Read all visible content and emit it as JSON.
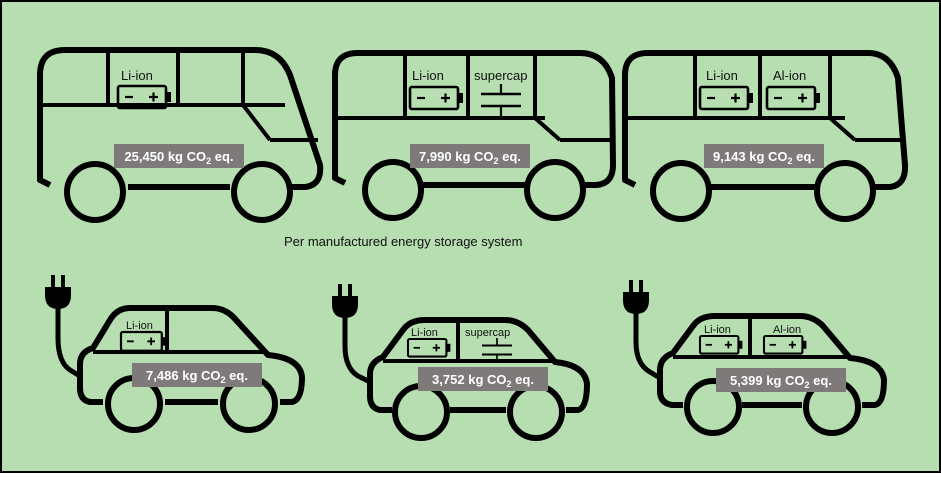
{
  "caption": "Per manufactured energy storage system",
  "buses": [
    {
      "cells": [
        "Li-ion"
      ],
      "emission": "25,450",
      "unit_pre": "kg CO",
      "unit_sub": "2",
      "unit_post": " eq."
    },
    {
      "cells": [
        "Li-ion",
        "supercap"
      ],
      "emission": "7,990",
      "unit_pre": "kg CO",
      "unit_sub": "2",
      "unit_post": " eq."
    },
    {
      "cells": [
        "Li-ion",
        "Al-ion"
      ],
      "emission": "9,143",
      "unit_pre": "kg CO",
      "unit_sub": "2",
      "unit_post": " eq."
    }
  ],
  "cars": [
    {
      "cells": [
        "Li-ion"
      ],
      "emission": "7,486",
      "unit_pre": "kg CO",
      "unit_sub": "2",
      "unit_post": " eq."
    },
    {
      "cells": [
        "Li-ion",
        "supercap"
      ],
      "emission": "3,752",
      "unit_pre": "kg CO",
      "unit_sub": "2",
      "unit_post": " eq."
    },
    {
      "cells": [
        "Li-ion",
        "Al-ion"
      ],
      "emission": "5,399",
      "unit_pre": "kg CO",
      "unit_sub": "2",
      "unit_post": " eq."
    }
  ],
  "colors": {
    "background": "#b6deb0",
    "outline": "#000000",
    "label_box": "#7f7a7a"
  },
  "icons": [
    "battery-icon",
    "capacitor-icon",
    "plug-icon",
    "bus-icon",
    "car-icon"
  ]
}
